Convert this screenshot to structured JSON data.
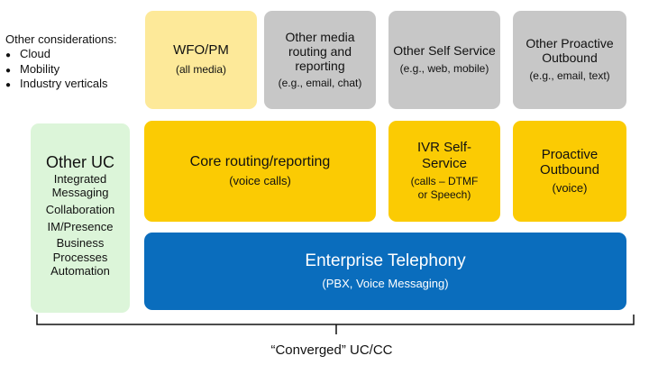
{
  "considerations": {
    "heading": "Other considerations:",
    "items": [
      "Cloud",
      "Mobility",
      "Industry verticals"
    ]
  },
  "top_row": {
    "wfo": {
      "title": "WFO/PM",
      "subtitle": "(all media)",
      "color": "#fde999"
    },
    "other_media": {
      "title_lines": [
        "Other media",
        "routing and",
        "reporting"
      ],
      "subtitle": "(e.g., email, chat)",
      "color": "#c7c7c7"
    },
    "other_self_service": {
      "title": "Other Self Service",
      "subtitle": "(e.g., web, mobile)",
      "color": "#c7c7c7"
    },
    "other_proactive": {
      "title_lines": [
        "Other Proactive",
        "Outbound"
      ],
      "subtitle": "(e.g., email, text)",
      "color": "#c7c7c7"
    }
  },
  "middle_row": {
    "core": {
      "title": "Core routing/reporting",
      "subtitle": "(voice calls)",
      "color": "#fbcb03"
    },
    "ivr": {
      "title_lines": [
        "IVR Self-",
        "Service"
      ],
      "subtitle_lines": [
        "(calls – DTMF",
        "or Speech)"
      ],
      "color": "#fbcb03"
    },
    "proactive": {
      "title_lines": [
        "Proactive",
        "Outbound"
      ],
      "subtitle": "(voice)",
      "color": "#fbcb03"
    }
  },
  "telephony": {
    "title": "Enterprise Telephony",
    "subtitle": "(PBX, Voice Messaging)",
    "color": "#0a6dbd"
  },
  "other_uc": {
    "title": "Other UC",
    "items": [
      "Integrated Messaging",
      "Collaboration",
      "IM/Presence",
      "Business Processes Automation"
    ],
    "color": "#dcf5d9"
  },
  "footer": {
    "label": "“Converged” UC/CC"
  }
}
